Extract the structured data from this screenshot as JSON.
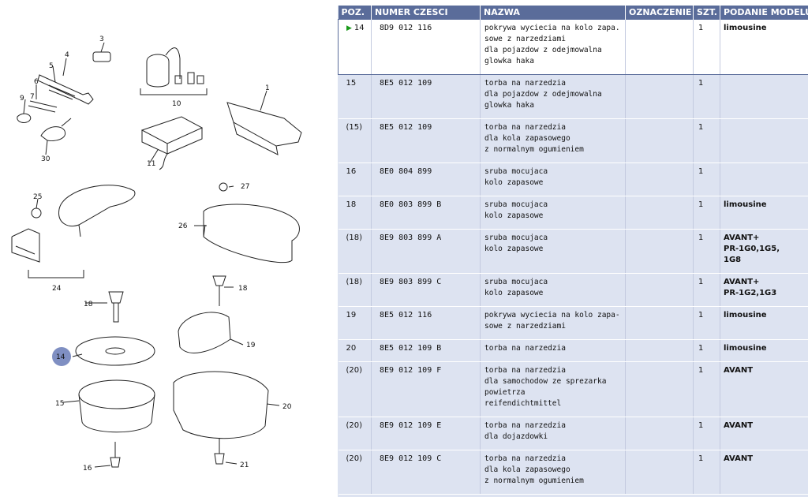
{
  "table": {
    "headers": {
      "pos": "POZ.",
      "number": "NUMER CZESCI",
      "name": "NAZWA",
      "designation": "OZNACZENIE",
      "qty": "SZT.",
      "model": "PODANIE MODELU"
    },
    "rows": [
      {
        "pos": "14",
        "number": "8D9  012  116",
        "name": "pokrywa wyciecia na kolo zapa.\nsowe z narzedziami\ndla pojazdow z odejmowalna\nglowka haka",
        "designation": "",
        "qty": "1",
        "model": "limousine",
        "selected": true
      },
      {
        "pos": "15",
        "number": "8E5  012  109",
        "name": "torba na narzedzia\ndla pojazdow z odejmowalna\nglowka haka",
        "designation": "",
        "qty": "1",
        "model": ""
      },
      {
        "pos": "(15)",
        "number": "8E5  012  109",
        "name": "torba na narzedzia\ndla kola zapasowego\nz normalnym ogumieniem",
        "designation": "",
        "qty": "1",
        "model": ""
      },
      {
        "pos": "16",
        "number": "8E0  804  899",
        "name": "sruba mocujaca\nkolo zapasowe",
        "designation": "",
        "qty": "1",
        "model": ""
      },
      {
        "pos": "18",
        "number": "8E0  803  899  B",
        "name": "sruba mocujaca\nkolo zapasowe",
        "designation": "",
        "qty": "1",
        "model": "limousine"
      },
      {
        "pos": "(18)",
        "number": "8E9  803  899  A",
        "name": "sruba mocujaca\nkolo zapasowe",
        "designation": "",
        "qty": "1",
        "model": "AVANT+\nPR-1G0,1G5,\n1G8"
      },
      {
        "pos": "(18)",
        "number": "8E9  803  899  C",
        "name": "sruba mocujaca\nkolo zapasowe",
        "designation": "",
        "qty": "1",
        "model": "AVANT+\nPR-1G2,1G3"
      },
      {
        "pos": "19",
        "number": "8E5  012  116",
        "name": "pokrywa wyciecia na kolo zapa-\nsowe z narzedziami",
        "designation": "",
        "qty": "1",
        "model": "limousine"
      },
      {
        "pos": "20",
        "number": "8E5  012  109  B",
        "name": "torba na narzedzia",
        "designation": "",
        "qty": "1",
        "model": "limousine"
      },
      {
        "pos": "(20)",
        "number": "8E9  012  109  F",
        "name": "torba na narzedzia\ndla samochodow ze sprezarka\npowietrza\nreifendichtmittel",
        "designation": "",
        "qty": "1",
        "model": "AVANT"
      },
      {
        "pos": "(20)",
        "number": "8E9  012  109  E",
        "name": "torba na narzedzia\ndla dojazdowki",
        "designation": "",
        "qty": "1",
        "model": "AVANT"
      },
      {
        "pos": "(20)",
        "number": "8E9  012  109  C",
        "name": "torba na narzedzia\ndla kola zapasowego\nz normalnym ogumieniem",
        "designation": "",
        "qty": "1",
        "model": "AVANT"
      }
    ]
  },
  "diagram": {
    "callouts": [
      "1",
      "3",
      "4",
      "5",
      "6",
      "7",
      "9",
      "10",
      "11",
      "24",
      "25",
      "26",
      "27",
      "30",
      "14",
      "15",
      "16",
      "18",
      "18",
      "19",
      "20",
      "21"
    ],
    "selected_callout": "14",
    "selected_color": "#7f8fc2"
  }
}
